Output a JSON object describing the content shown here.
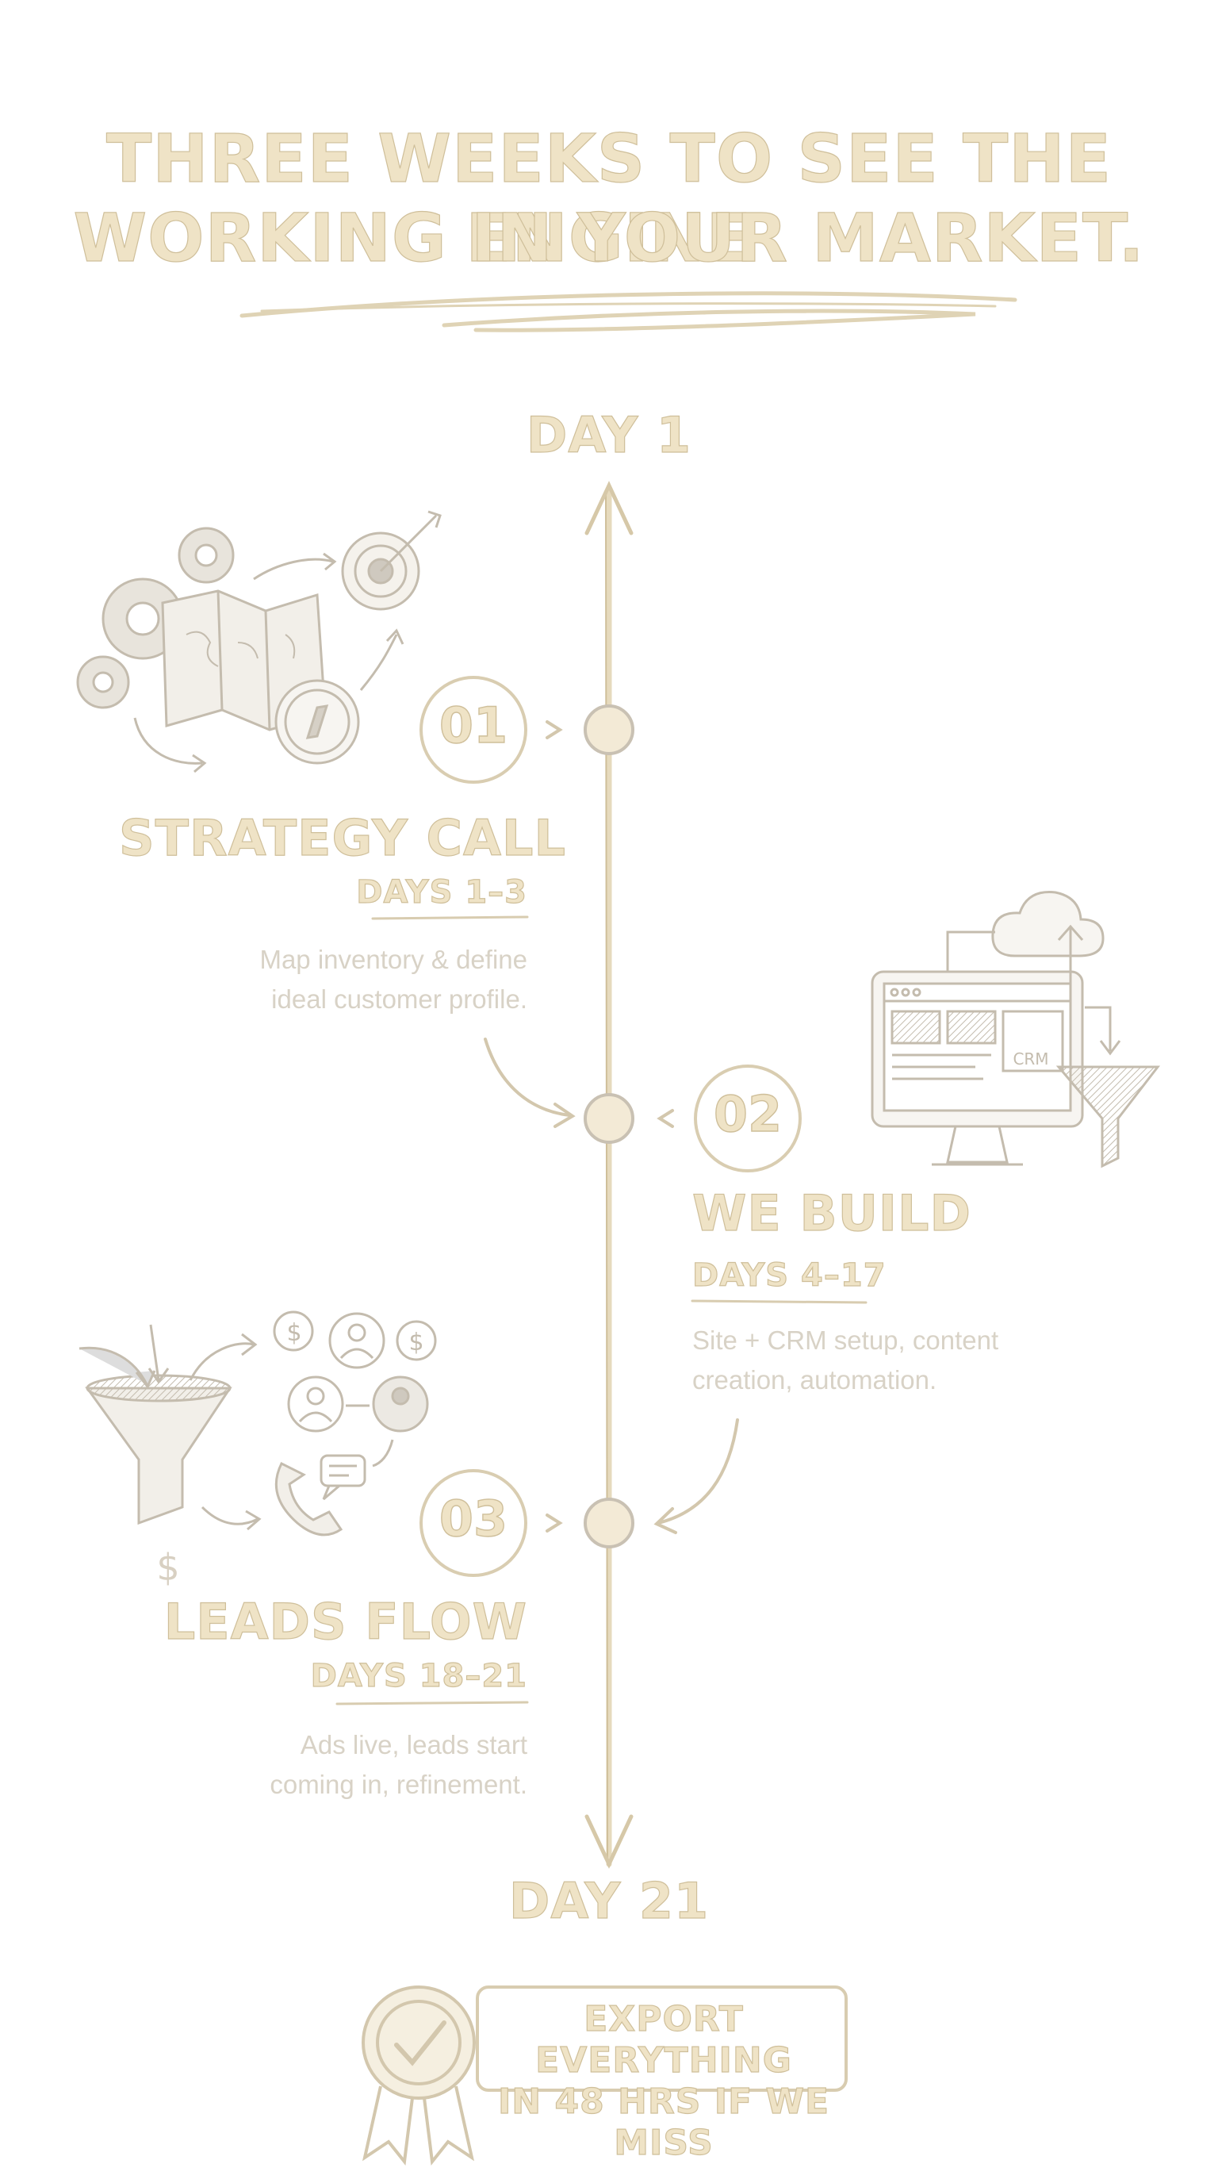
{
  "title": {
    "line1": "THREE WEEKS TO SEE THE ENGINE",
    "line2": "WORKING IN YOUR MARKET."
  },
  "timeline": {
    "start_label": "DAY 1",
    "end_label": "DAY 21"
  },
  "steps": [
    {
      "number": "01",
      "title": "STRATEGY CALL",
      "days": "DAYS 1–3",
      "description_line1": "Map inventory & define",
      "description_line2": "ideal customer profile.",
      "icon": "strategy-map-target-icon"
    },
    {
      "number": "02",
      "title": "WE BUILD",
      "days": "DAYS 4–17",
      "description_line1": "Site + CRM setup, content",
      "description_line2": "creation, automation.",
      "icon": "website-crm-funnel-icon",
      "icon_text": "CRM"
    },
    {
      "number": "03",
      "title": "LEADS FLOW",
      "days": "DAYS 18–21",
      "description_line1": "Ads live, leads start",
      "description_line2": "coming in, refinement.",
      "icon": "funnel-leads-icon",
      "icon_text": "$"
    }
  ],
  "guarantee": {
    "line1": "EXPORT EVERYTHING",
    "line2": "IN 48 HRS IF WE MISS",
    "icon": "award-ribbon-check-icon"
  },
  "colors": {
    "fill": "#efe3c6",
    "stroke": "#cfbf9a",
    "sketch": "#c9c1b3",
    "body_text": "#d8d2c6"
  }
}
